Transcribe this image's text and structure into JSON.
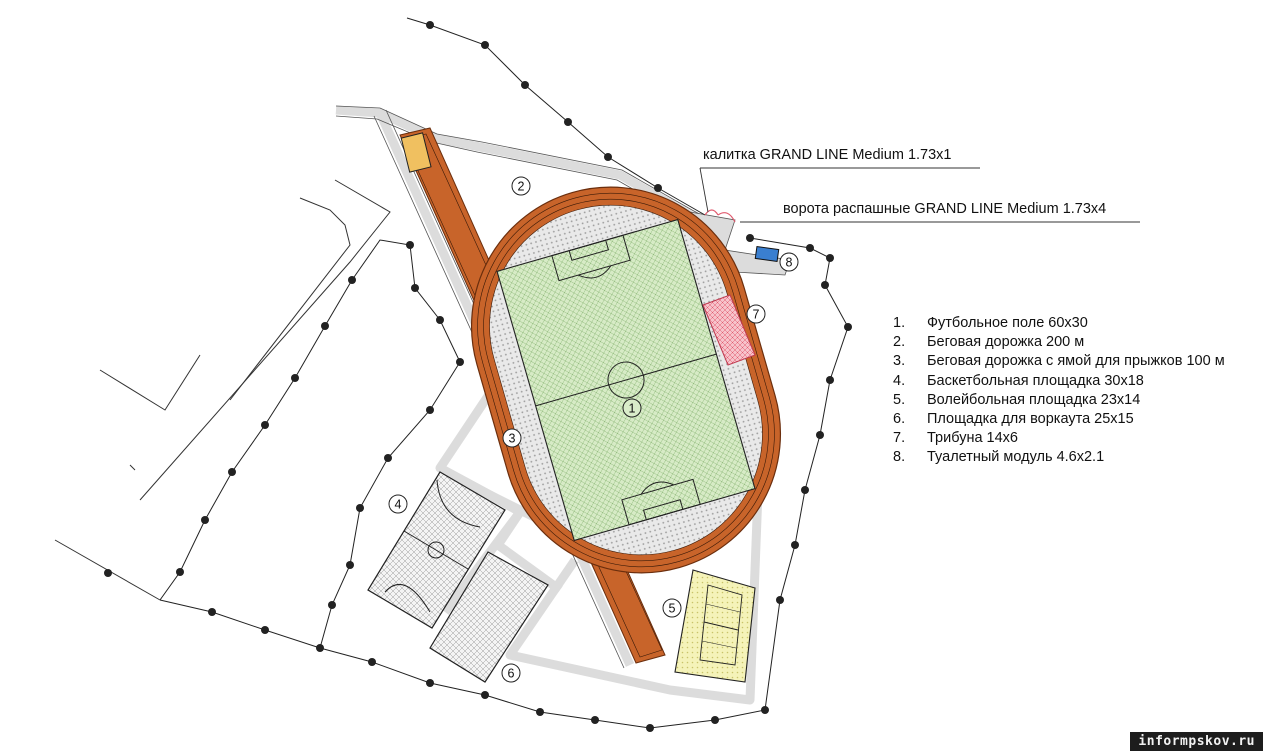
{
  "callouts": {
    "gate": "калитка GRAND LINE Medium 1.73x1",
    "swing_gates": "ворота распашные GRAND LINE Medium 1.73x4"
  },
  "legend": [
    {
      "num": "1.",
      "text": "Футбольное поле 60x30"
    },
    {
      "num": "2.",
      "text": "Беговая дорожка 200 м"
    },
    {
      "num": "3.",
      "text": "Беговая дорожка с ямой для прыжков 100 м"
    },
    {
      "num": "4.",
      "text": "Баскетбольная площадка 30x18"
    },
    {
      "num": "5.",
      "text": "Волейбольная площадка 23x14"
    },
    {
      "num": "6.",
      "text": "Площадка для воркаута 25x15"
    },
    {
      "num": "7.",
      "text": "Трибуна 14x6"
    },
    {
      "num": "8.",
      "text": "Туалетный модуль 4.6x2.1"
    }
  ],
  "markers": [
    "1",
    "2",
    "3",
    "4",
    "5",
    "6",
    "7",
    "8"
  ],
  "watermark": "informpskov.ru",
  "colors": {
    "track": "#c8642a",
    "field": "#d9ecc9",
    "path": "#dcdcdc",
    "stand": "#f3b5bf",
    "volleyball": "#f4f2b8",
    "toilet": "#3a7fd0",
    "jump_pit": "#f0c060"
  }
}
